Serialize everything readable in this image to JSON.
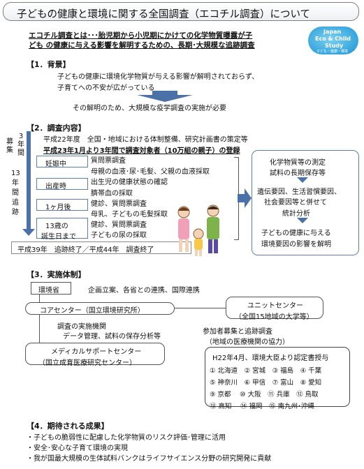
{
  "title": "子どもの健康と環境に関する全国調査（エコチル調査）について",
  "intro": {
    "line1": "エコチル調査とは･･･胎児期から小児期にかけての化学物質曝露が子",
    "line2": "ども の健康に与える影響を解明するための、長期･大規模な追跡調査"
  },
  "logo": {
    "line1": "Japan",
    "line2": "Eco & Child",
    "line3": "Study",
    "line4": "子ども・健康・環境"
  },
  "section1": {
    "heading": "【1．背景】",
    "line1": "子どもの健康に環境化学物質が与える影響が解明されておらず、",
    "line2": "子育てへの不安が広がっている",
    "line3": "その解明のため、大規模な疫学調査の実施が必要"
  },
  "section2": {
    "heading": "【2．調査内容】",
    "side1": [
      "募",
      "集"
    ],
    "side2": [
      "3",
      "年",
      "間"
    ],
    "side3": [
      "13",
      "年",
      "間",
      "追",
      "跡"
    ],
    "line1": "平成22年度　全国・地域における体制整備、研究計画書の策定等",
    "line2": "平成23年1月より3年間で調査対象者（10万組の親子）の登録",
    "phases": [
      {
        "label": "妊娠中",
        "items": [
          "質問票調査",
          "母親の血液･尿･毛髪、父親の血液採取"
        ]
      },
      {
        "label": "出産時",
        "items": [
          "出生児の健康状態の確認",
          "臍帯血の採取"
        ]
      },
      {
        "label": "1ヶ月後",
        "items": [
          "健診、質問票調査",
          "母乳、子どもの毛髪採取"
        ]
      },
      {
        "label_line1": "13歳の",
        "label_line2": "誕生日まで",
        "items": [
          "健診、質問票調査",
          "子どもの尿の採取"
        ]
      }
    ],
    "end_line": "平成39年　追跡終了／平成44年　調査終了",
    "right": {
      "line1": "化学物質等の測定",
      "line2": "試料の長期保存等",
      "line3": "遺伝要因、生活習慣要因、",
      "line4": "社会要因等と併せて",
      "line5": "統計分析",
      "line6": "子どもの健康に与える",
      "line7": "環境要因の影響を解明"
    }
  },
  "section3": {
    "heading": "【3．実施体制】",
    "ministry": "環境省",
    "ministry_desc": "企画立案、各省との連携、国際連携",
    "core": "コアセンター（国立環境研究所）",
    "core_desc1": "調査の実施機関",
    "core_desc2": "データ管理、試料の保存分析等",
    "medical_line1": "メディカルサポートセンター",
    "medical_line2": "（国立成育医療研究センター）",
    "unit_line1": "ユニットセンター",
    "unit_line2": "（全国15地域の大学等）",
    "unit_desc1": "参加者募集と追跡調査",
    "unit_desc2": "（地域の医療機関の協力）",
    "cert_title": "H22年4月、環境大臣より認定書授与",
    "cert_rows": [
      "① 北海道　② 宮城　③ 福島　④ 千葉",
      "⑤ 神奈川　⑥ 甲信　⑦ 富山　⑧ 愛知",
      "⑨ 京都　  ⑩ 大阪　⑪ 兵庫　⑫ 鳥取",
      "⑬ 高知　  ⑭ 福岡　⑮ 南九州･沖縄"
    ]
  },
  "section4": {
    "heading": "【4．期待される成果】",
    "items": [
      "・子どもの脆弱性に配慮した化学物質のリスク評価･管理に活用",
      "・安全･安心な子育て環境の実現",
      "・我が国最大規模の生体試料バンクはライフサイエンス分野の研究開発に貢献"
    ]
  }
}
